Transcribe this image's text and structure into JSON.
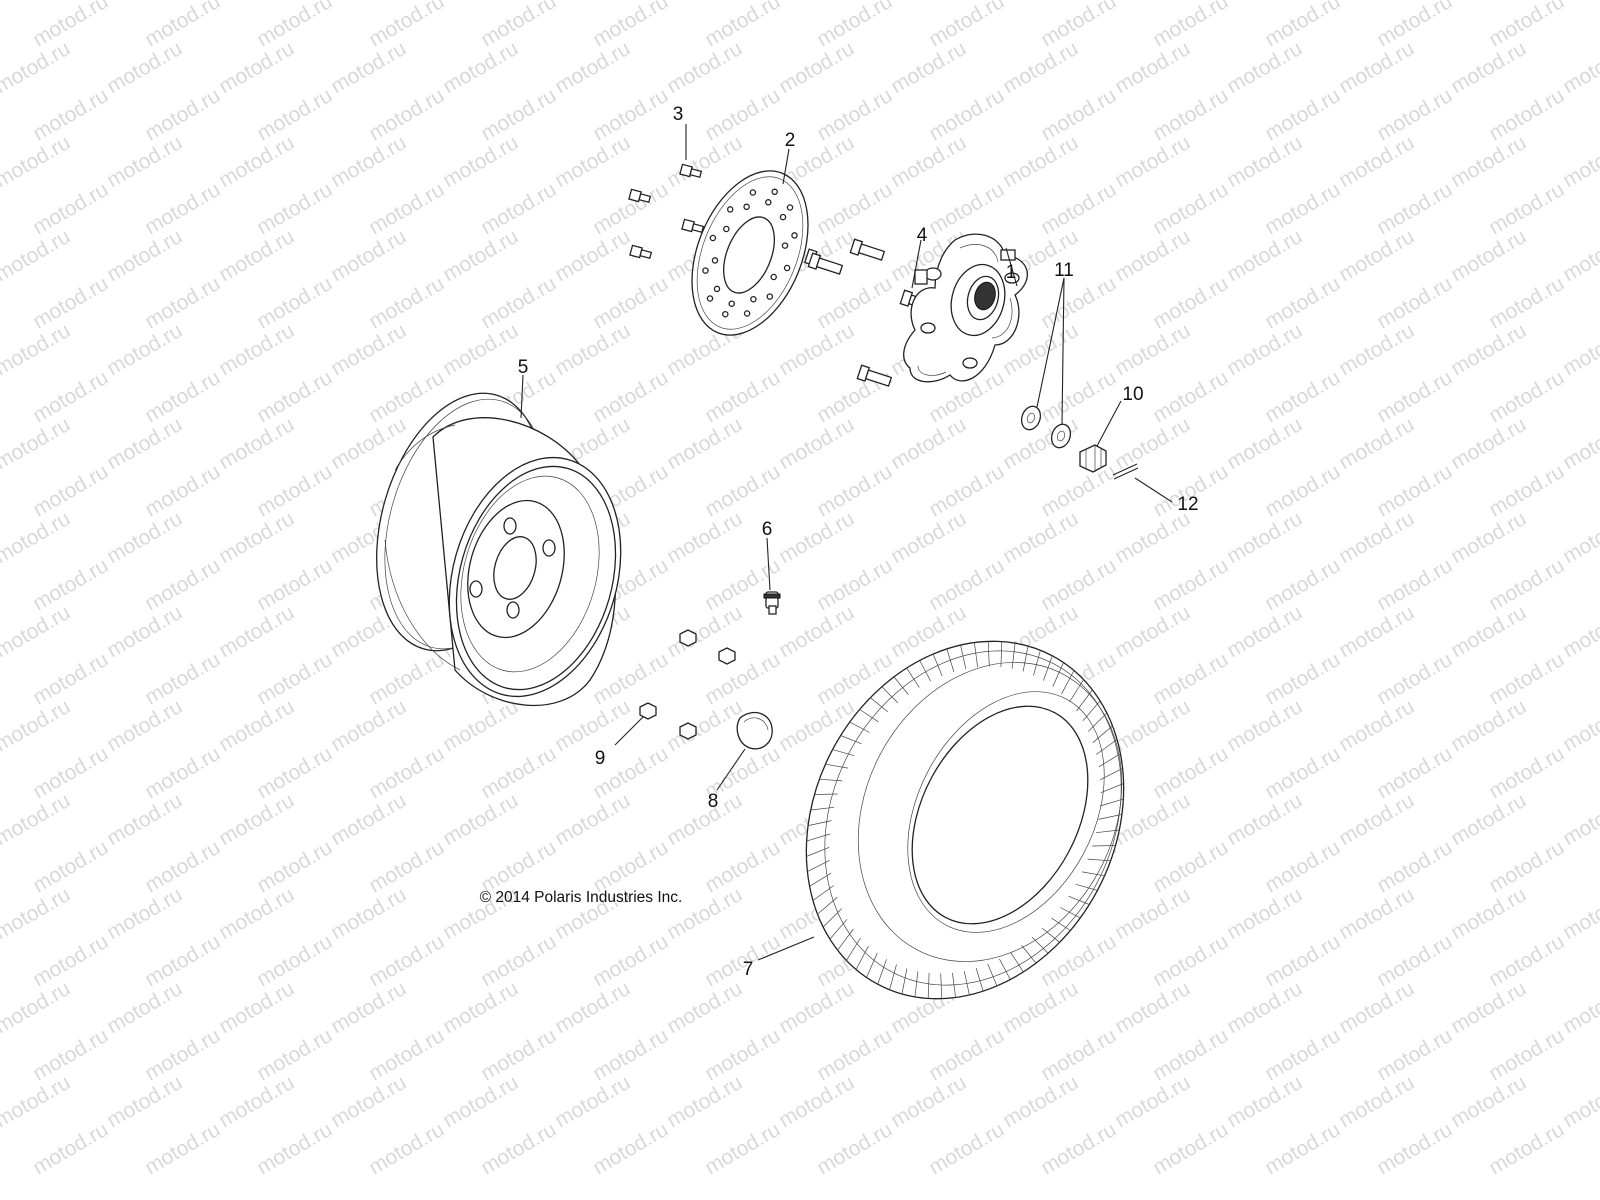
{
  "watermark": {
    "text": "motod.ru"
  },
  "copyright": "© 2014 Polaris Industries Inc.",
  "callouts": [
    {
      "id": "c1",
      "number": "1"
    },
    {
      "id": "c2",
      "number": "2"
    },
    {
      "id": "c3",
      "number": "3"
    },
    {
      "id": "c4",
      "number": "4"
    },
    {
      "id": "c5",
      "number": "5"
    },
    {
      "id": "c6",
      "number": "6"
    },
    {
      "id": "c7",
      "number": "7"
    },
    {
      "id": "c8",
      "number": "8"
    },
    {
      "id": "c9",
      "number": "9"
    },
    {
      "id": "c10",
      "number": "10"
    },
    {
      "id": "c11",
      "number": "11"
    },
    {
      "id": "c12",
      "number": "12"
    }
  ]
}
